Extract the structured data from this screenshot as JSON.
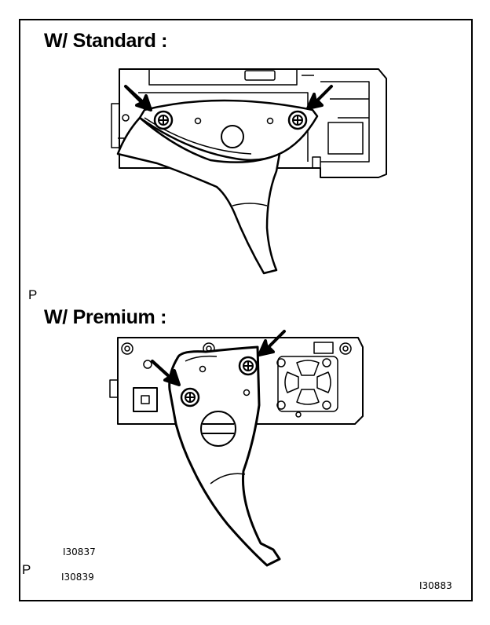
{
  "sections": {
    "standard": {
      "title": "W/ Standard :"
    },
    "premium": {
      "title": "W/ Premium :"
    }
  },
  "markers": {
    "p_top": "P",
    "p_bottom": "P"
  },
  "codes": {
    "code_1": "I30837",
    "code_2": "I30839",
    "code_3": "I30883"
  }
}
